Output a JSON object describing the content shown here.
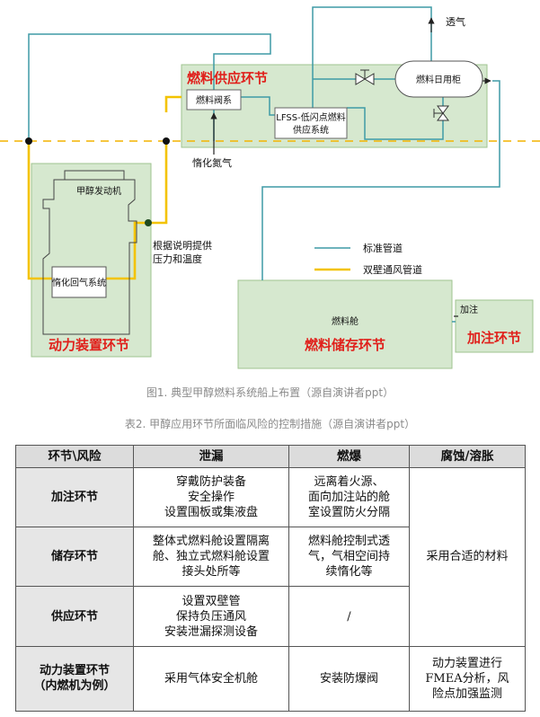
{
  "diagram": {
    "vent": "透气",
    "supply_section": "燃料供应环节",
    "valve_system": "燃料阀系",
    "lfss_line1": "LFSS-低闪点燃料",
    "lfss_line2": "供应系统",
    "day_tank": "燃料日用柜",
    "inert_nitrogen": "惰化氮气",
    "engine": "甲醇发动机",
    "inert_return": "惰化回气系统",
    "power_section": "动力装置环节",
    "pressure_note_1": "根据说明提供",
    "pressure_note_2": "压力和温度",
    "legend_standard": "标准管道",
    "legend_double": "双壁通风管道",
    "fuel_tank": "燃料舱",
    "storage_section": "燃料储存环节",
    "bunkering_label": "加注",
    "bunkering_section": "加注环节",
    "colors": {
      "standard_pipe": "#3f9aa6",
      "double_pipe": "#f3c300",
      "box_fill": "#d6e8cf",
      "box_border": "#9fc38f",
      "section_red": "#e0201b",
      "dashed_line": "#f3b400"
    }
  },
  "caption1": "图1. 典型甲醇燃料系统船上布置（源自演讲者ppt）",
  "caption2": "表2. 甲醇应用环节所面临风险的控制措施（源自演讲者ppt）",
  "table": {
    "headers": [
      "环节\\风险",
      "泄漏",
      "燃爆",
      "腐蚀/溶胀"
    ],
    "rows": [
      {
        "name": [
          "加注环节"
        ],
        "leak": [
          "穿戴防护装备",
          "安全操作",
          "设置围板或集液盘"
        ],
        "explosion": [
          "远离着火源、",
          "面向加注站的舱",
          "室设置防火分隔"
        ]
      },
      {
        "name": [
          "储存环节"
        ],
        "leak": [
          "整体式燃料舱设置隔离",
          "舱、独立式燃料舱设置",
          "接头处所等"
        ],
        "explosion": [
          "燃料舱控制式透",
          "气，气相空间持",
          "续惰化等"
        ]
      },
      {
        "name": [
          "供应环节"
        ],
        "leak": [
          "设置双壁管",
          "保持负压通风",
          "安装泄漏探测设备"
        ],
        "explosion": [
          "/"
        ]
      },
      {
        "name": [
          "动力装置环节",
          "（内燃机为例）"
        ],
        "leak": [
          "采用气体安全机舱"
        ],
        "explosion": [
          "安装防爆阀"
        ],
        "corrosion": [
          "动力装置进行",
          "FMEA分析，风",
          "险点加强监测"
        ]
      }
    ],
    "corrosion_merged": "采用合适的材料"
  }
}
